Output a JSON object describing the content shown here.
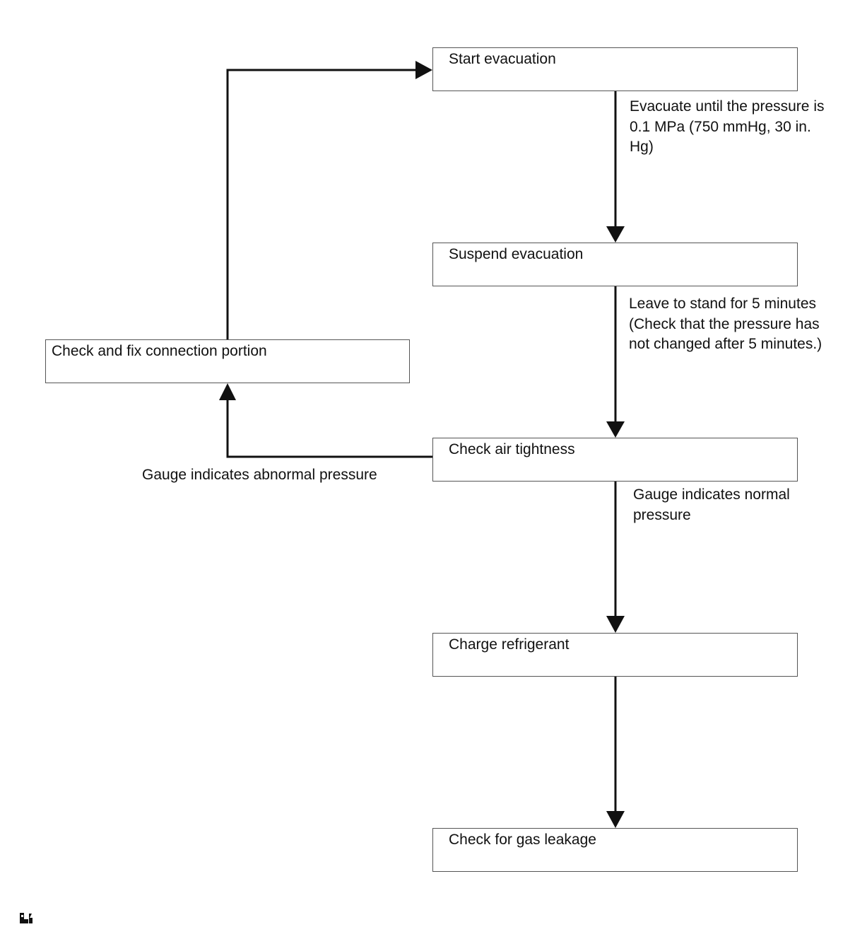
{
  "steps": {
    "start_evacuation": "Start evacuation",
    "suspend_evacuation": "Suspend evacuation",
    "check_air_tightness": "Check air tightness",
    "charge_refrigerant": "Charge refrigerant",
    "check_gas_leakage": "Check for gas leakage",
    "check_fix_connection": "Check and fix connection portion"
  },
  "annotations": {
    "evacuate_until": "Evacuate until the pressure is\n0.1 MPa (750 mmHg, 30 in.\nHg)",
    "leave_to_stand": "Leave to stand for 5 minutes\n(Check that the pressure has\nnot changed after 5 minutes.)",
    "normal_pressure": "Gauge indicates normal\npressure",
    "abnormal_pressure": "Gauge indicates abnormal pressure"
  },
  "icons": {
    "corner": "illustration-marker-icon"
  },
  "colors": {
    "line": "#111111",
    "box_border": "#555555"
  }
}
